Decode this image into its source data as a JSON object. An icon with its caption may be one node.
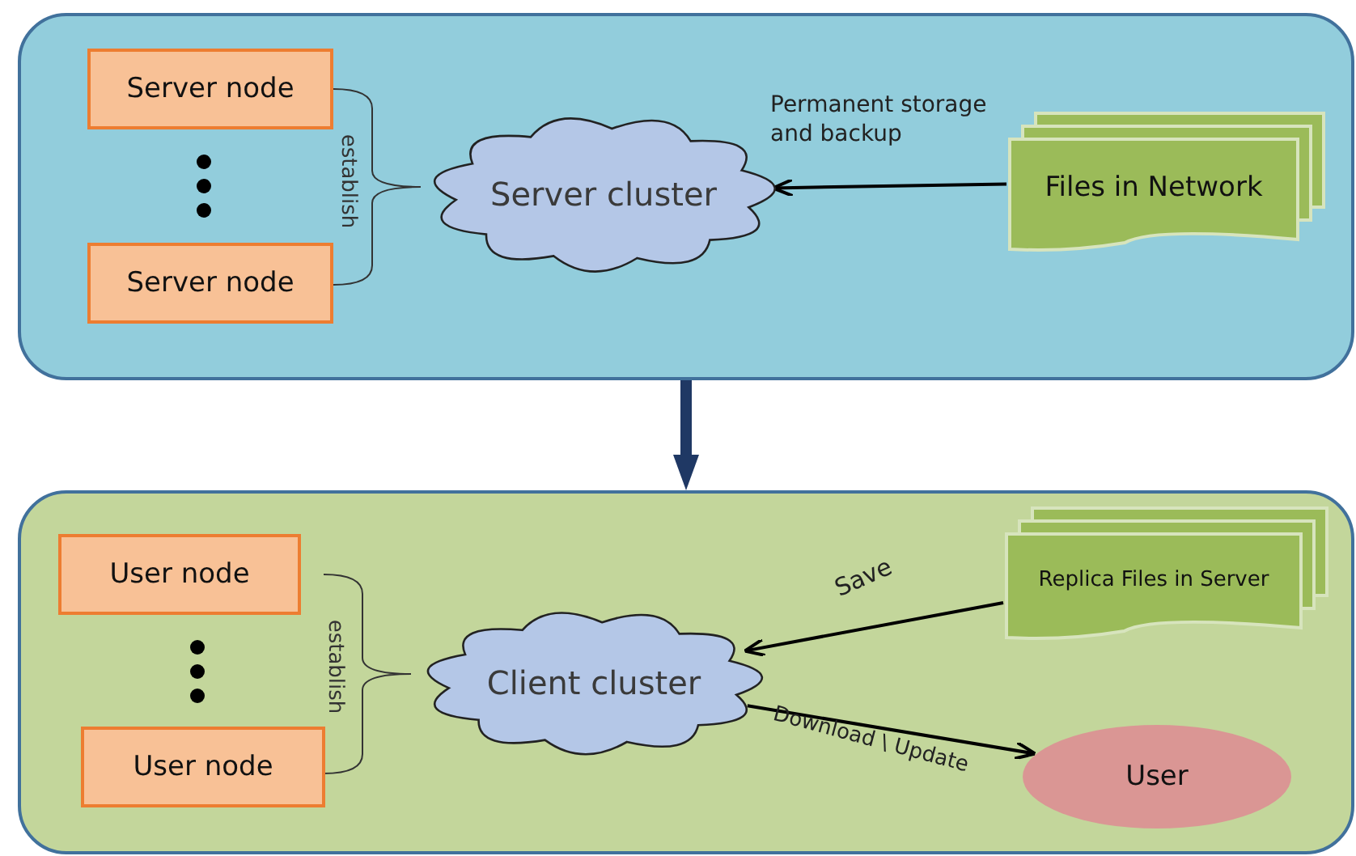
{
  "diagram": {
    "nodes": [
      {
        "text": [],
        "shape": "box"
      },
      {
        "text": [
          "Server node"
        ],
        "in": 0
      },
      {
        "text": [
          "Server node"
        ],
        "in": 0
      },
      {
        "text": [
          "Server cluster"
        ],
        "in": 0
      },
      {
        "text": [
          "Files in Network"
        ],
        "in": 0
      },
      {
        "text": [],
        "shape": "box"
      },
      {
        "text": [
          "User node"
        ],
        "in": 5
      },
      {
        "text": [
          "User node"
        ],
        "in": 5
      },
      {
        "text": [
          "Client cluster"
        ],
        "in": 5
      },
      {
        "text": [
          "Replica Files in Server"
        ],
        "in": 5
      },
      {
        "text": [
          "User"
        ],
        "in": 5
      }
    ],
    "edges": [
      {
        "from": 4,
        "to": 3,
        "arrow": "to",
        "label": "Permanent storage and backup"
      },
      {
        "from": 0,
        "to": 5,
        "arrow": "to",
        "style": "thick",
        "color": "#1f3864"
      },
      {
        "from": 9,
        "to": 8,
        "arrow": "to",
        "label": "Save"
      },
      {
        "from": 8,
        "to": 10,
        "arrow": "to",
        "label": "Download \\ Update"
      }
    ],
    "labels": [
      "establish",
      "establish"
    ]
  }
}
